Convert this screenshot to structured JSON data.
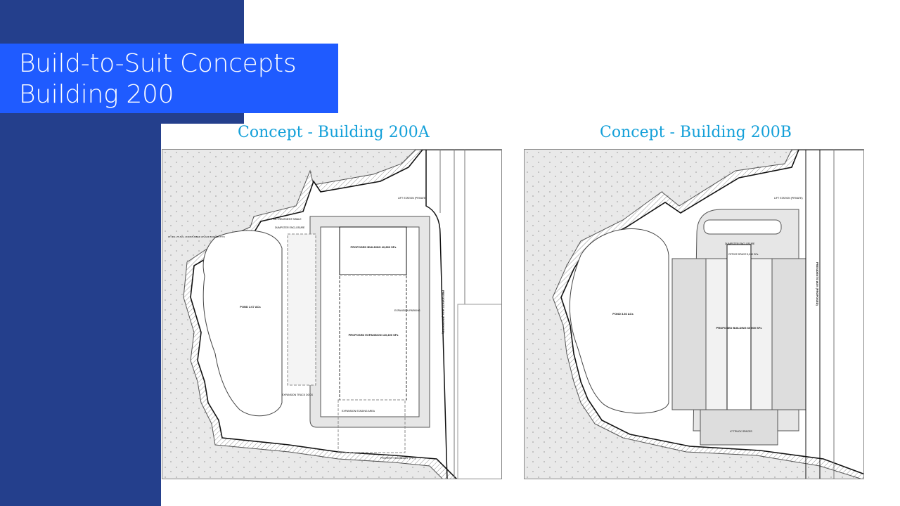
{
  "slide": {
    "title_line1": "Build-to-Suit Concepts",
    "title_line2": "Building 200",
    "accent_dark": "#243f8c",
    "accent_bright": "#1f5bff",
    "caption_color": "#14a0d9"
  },
  "concepts": [
    {
      "caption": "Concept - Building 200A",
      "labels": {
        "building": "PROPOSED BUILDING 40,890 SFs",
        "expansion": "PROPOSED EXPANSION 110,400 SFs",
        "pond": "POND 2.67 ACs",
        "lift": "LIFT STATION (PRIVATE)",
        "pretreat": "PRE-TREATMENT SWALE",
        "dumpster": "DUMPSTER ENCLOSURE",
        "buffer": "15' MIN. 25' AVG. UNDISTURBED UPLAND BUFFER (TYP.)",
        "exp_parking": "EXPANSION PARKING",
        "exp_dock": "EXPANSION TRUCK DOCK",
        "staging": "EXPANSION STAGING AREA",
        "boundary": "PROPERTY BOUNDARY (TYP.)",
        "road": "PRESIDENTS WAY (PROPOSED)"
      }
    },
    {
      "caption": "Concept - Building 200B",
      "labels": {
        "building": "PROPOSED BUILDING 60,000 SFs",
        "pond": "POND 3.36 ACs",
        "lift": "LIFT STATION (PRIVATE)",
        "dumpster": "DUMPSTER ENCLOSURE",
        "office": "OFFICE SPACE 5,000 SFs",
        "road": "PRESIDENTS WAY (PROPOSED)",
        "trucks": "47 TRUCK SPACES"
      }
    }
  ]
}
